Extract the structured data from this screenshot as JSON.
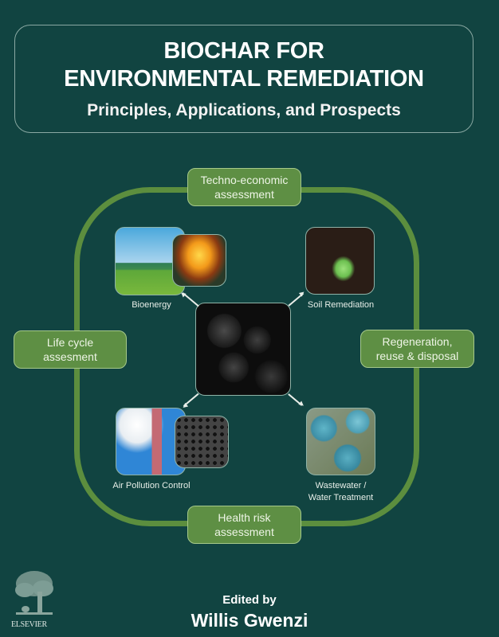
{
  "cover": {
    "title_line1": "BIOCHAR FOR",
    "title_line2": "ENVIRONMENTAL REMEDIATION",
    "subtitle": "Principles, Applications, and Prospects",
    "edited_by_label": "Edited by",
    "editor": "Willis Gwenzi",
    "publisher": "ELSEVIER"
  },
  "diagram": {
    "assessments": {
      "top": {
        "line1": "Techno-economic",
        "line2": "assessment"
      },
      "left": {
        "line1": "Life cycle",
        "line2": "assesment"
      },
      "right": {
        "line1": "Regeneration,",
        "line2": "reuse & disposal"
      },
      "bottom": {
        "line1": "Health risk",
        "line2": "assessment"
      }
    },
    "center": {
      "icon": "biochar-image"
    },
    "applications": [
      {
        "label": "Bioenergy",
        "icon": "bioenergy-image"
      },
      {
        "label": "Soil Remediation",
        "icon": "soil-remediation-image"
      },
      {
        "label": "Air Pollution Control",
        "icon": "air-pollution-image"
      },
      {
        "label_line1": "Wastewater /",
        "label_line2": "Water Treatment",
        "icon": "wastewater-image"
      }
    ]
  },
  "colors": {
    "background": "#114441",
    "loop_green": "#5c8e3e",
    "pill_green": "#5e8f44",
    "text": "#ffffff"
  }
}
